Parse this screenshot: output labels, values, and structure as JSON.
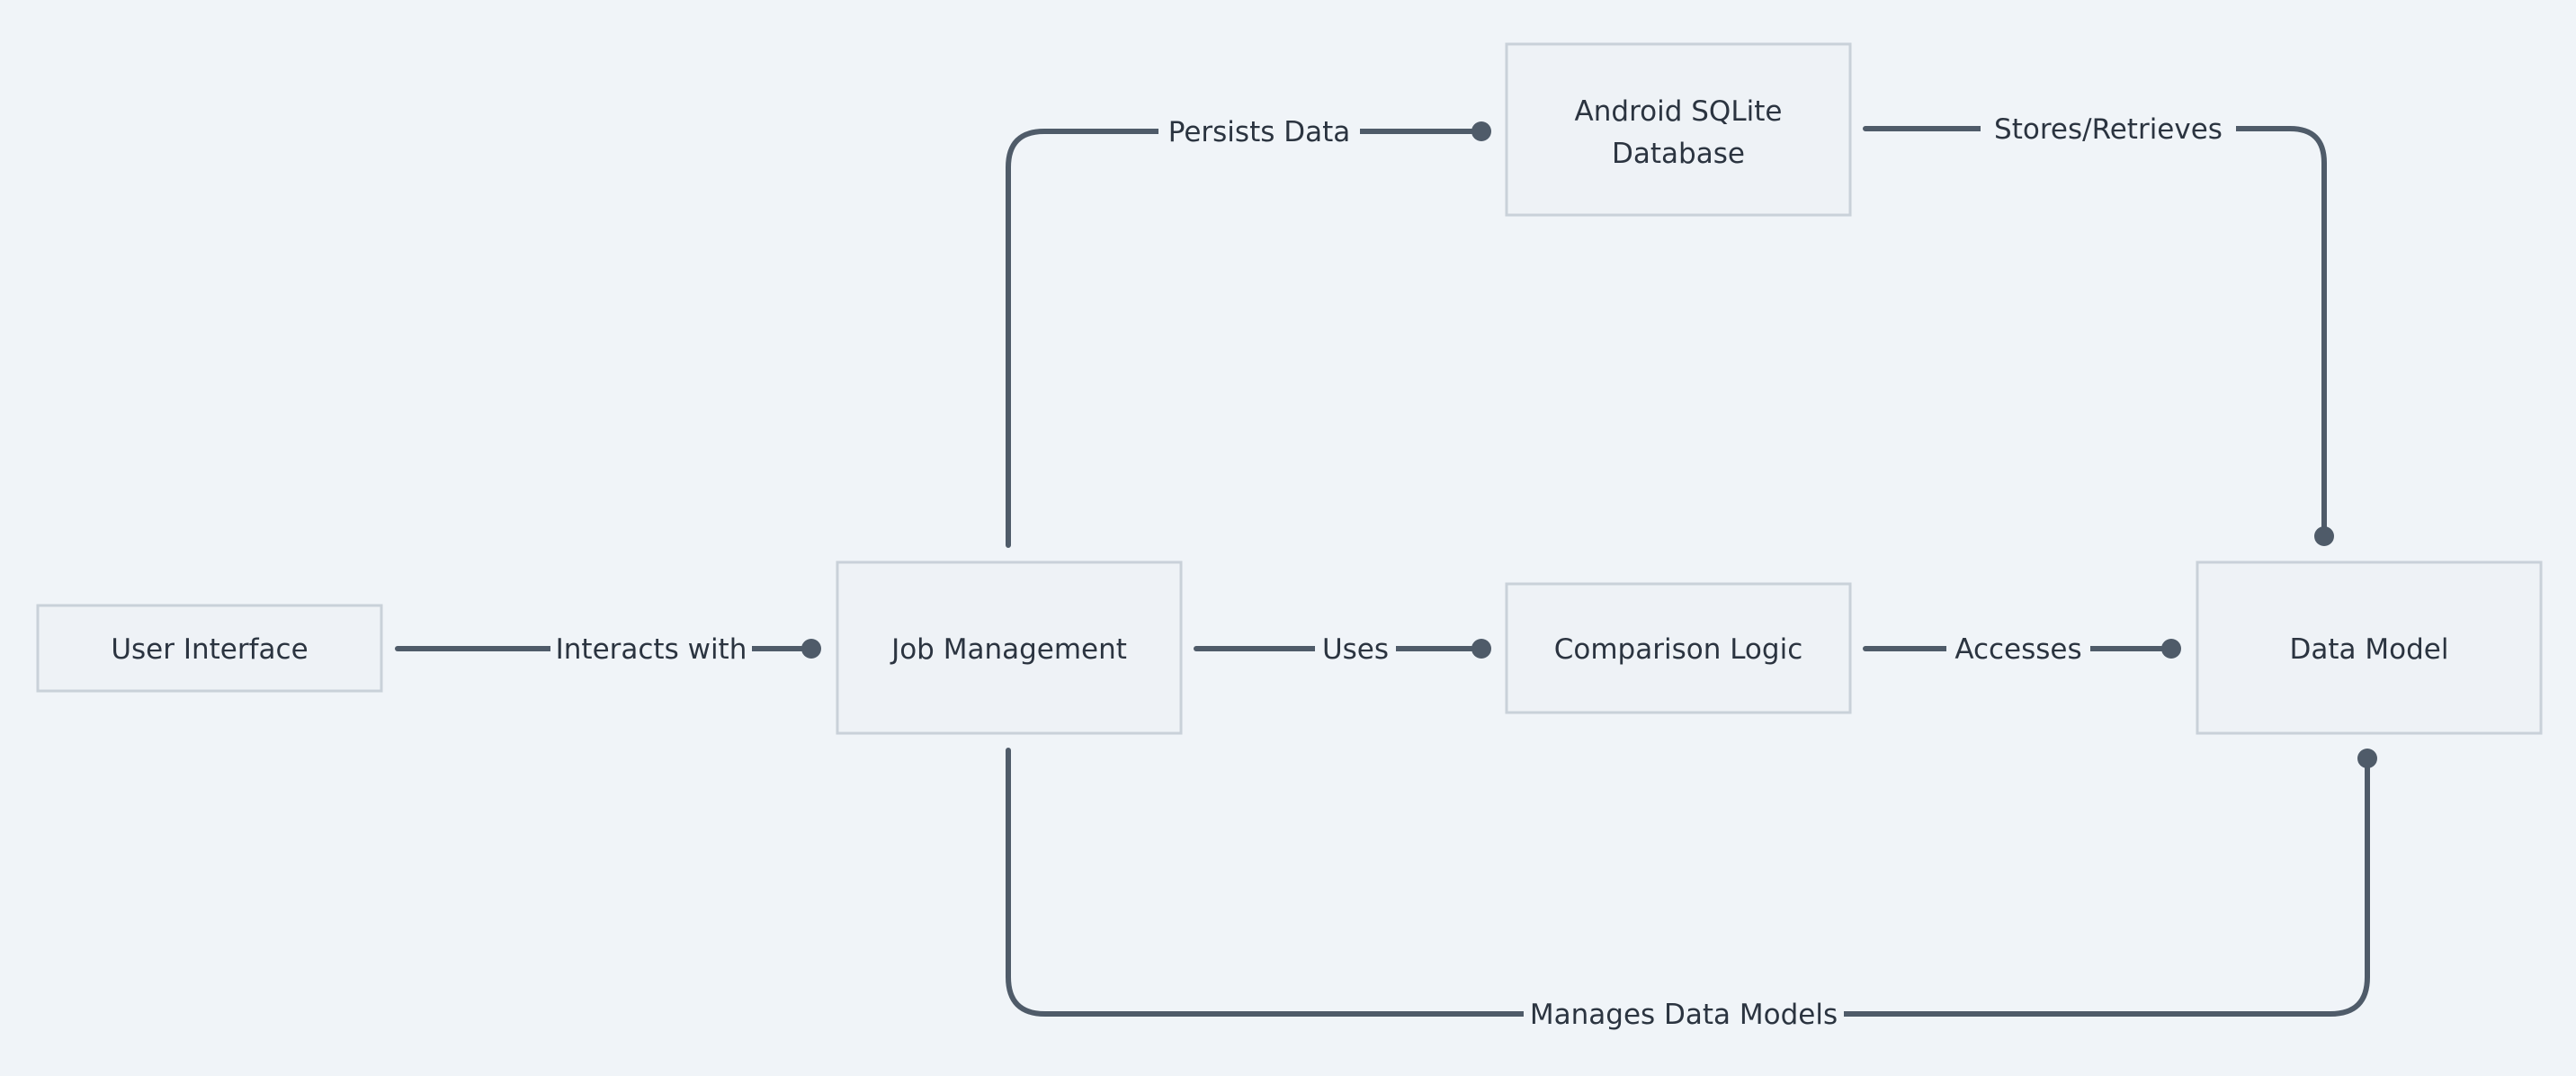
{
  "nodes": {
    "user_interface": "User Interface",
    "job_management": "Job Management",
    "android_sqlite_line1": "Android SQLite",
    "android_sqlite_line2": "Database",
    "comparison_logic": "Comparison Logic",
    "data_model": "Data Model"
  },
  "edges": {
    "ui_to_job": "Interacts with",
    "job_to_db": "Persists Data",
    "db_to_model": "Stores/Retrieves",
    "job_to_comparison": "Uses",
    "comparison_to_model": "Accesses",
    "job_to_model": "Manages Data Models"
  },
  "colors": {
    "background": "#f0f4f8",
    "edge": "#4f5b69",
    "node_fill": "#eef2f6",
    "node_border": "#c9d1d9",
    "text": "#2b3440"
  }
}
